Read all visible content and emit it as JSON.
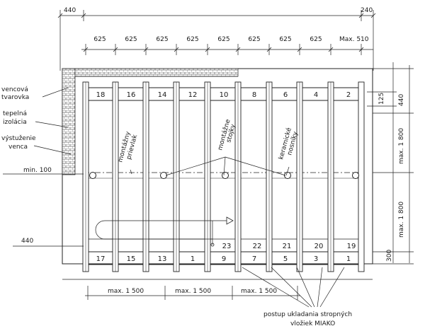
{
  "dims_top": {
    "left_overhang": "440",
    "right_overhang": "240",
    "spacings": [
      "625",
      "625",
      "625",
      "625",
      "625",
      "625",
      "625",
      "625"
    ],
    "last_spacing": "Max. 510"
  },
  "dims_right": {
    "d125": "125",
    "d440": "440",
    "d1800_top": "max. 1 800",
    "d1800_bottom": "max. 1 800",
    "d300": "300"
  },
  "dims_bottom": [
    "max. 1 500",
    "max. 1 500",
    "max. 1 500"
  ],
  "dims_left": {
    "min100": "min. 100",
    "d440": "440"
  },
  "left_labels": {
    "vencova_1": "vencová",
    "vencova_2": "tvarovka",
    "tepelna_1": "tepelná",
    "tepelna_2": "izolácia",
    "vystuzenie_1": "výstuženie",
    "vystuzenie_2": "venca"
  },
  "inner_labels": {
    "prievlak_1": "montážny",
    "prievlak_2": "prievlak",
    "stojky_1": "montážne",
    "stojky_2": "stojky",
    "nosniky_1": "keramické",
    "nosniky_2": "nosníky"
  },
  "top_numbers": [
    "18",
    "16",
    "14",
    "12",
    "10",
    "8",
    "6",
    "4",
    "2"
  ],
  "bottom_numbers": [
    "17",
    "15",
    "13",
    "1",
    "9",
    "7",
    "5",
    "3",
    "1"
  ],
  "right_bottom_numbers": [
    "23",
    "22",
    "21",
    "20",
    "19"
  ],
  "caption": {
    "line1": "postup ukladania stropných",
    "line2": "vložiek MIAKO"
  }
}
